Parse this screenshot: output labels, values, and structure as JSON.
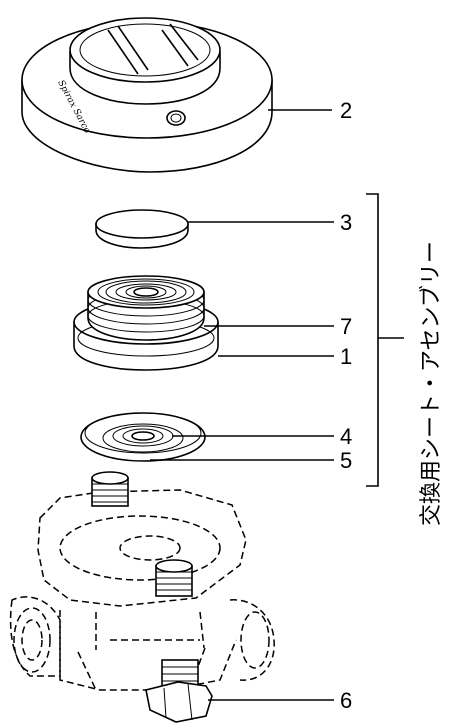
{
  "callouts": {
    "c2": "2",
    "c3": "3",
    "c7": "7",
    "c1": "1",
    "c4": "4",
    "c5": "5",
    "c6": "6"
  },
  "assembly_label": "交換用シート・アセンブリー",
  "cap_marking": "Spirax Sarco"
}
